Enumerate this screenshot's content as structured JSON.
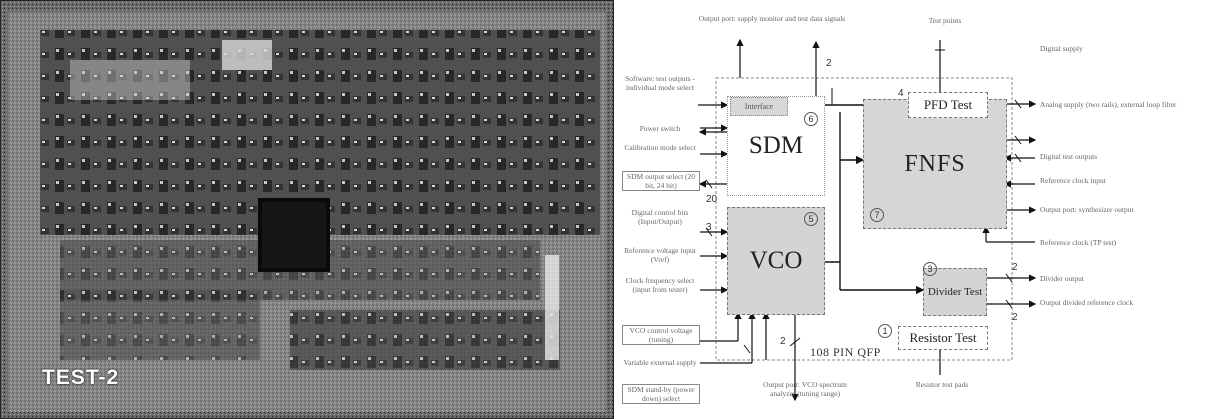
{
  "photo": {
    "label": "TEST-2"
  },
  "diagram": {
    "blocks": {
      "sdm": "SDM",
      "vco": "VCO",
      "fnfs": "FNFS",
      "pfd_test": "PFD Test",
      "divider_test": "Divider Test",
      "resistor_test": "Resistor Test",
      "interface": "Interface"
    },
    "package_label": "108 PIN QFP",
    "bus_numbers": {
      "sdm_top": "2",
      "pfd_in": "4",
      "div_right_top": "2",
      "div_right_bottom": "2",
      "vco_bottom": "2",
      "left_mid": "20",
      "left_ctrl": "3",
      "marker_sdm": "6",
      "marker_vco": "5",
      "marker_fnfs": "7",
      "marker_div": "3",
      "marker_res": "1"
    },
    "left_labels": [
      "Software: test outputs - individual mode select",
      "Power switch",
      "Calibration mode select",
      "SDM output select (20 bit, 24 bit)",
      "Digital control bits (Input/Output)",
      "Reference voltage input (Vref)",
      "Clock frequency select (input from tester)",
      "VCO control voltage (tuning)",
      "Variable external supply",
      "SDM stand-by (power down) select"
    ],
    "top_labels": [
      "Output port: supply monitor and test data signals",
      "Test points"
    ],
    "right_labels": [
      "Digital supply",
      "Analog supply (two rails), external loop filter",
      "Digital test outputs",
      "Reference clock input",
      "Output port: synthesizer output",
      "Reference clock (TP test)",
      "Divider output",
      "Output divided reference clock"
    ],
    "bottom_labels": [
      "Output port: VCO spectrum analyzer (tuning range)",
      "Resistor test pads"
    ]
  }
}
